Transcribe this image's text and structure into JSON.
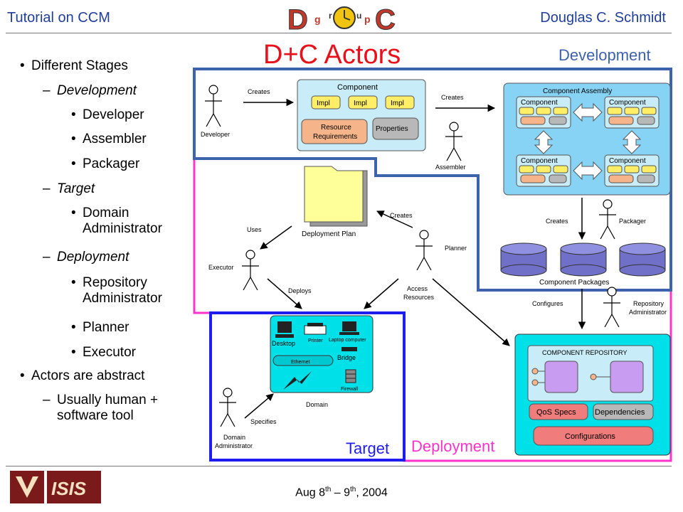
{
  "header": {
    "left": "Tutorial on CCM",
    "right": "Douglas C. Schmidt",
    "logo_letters": [
      "D",
      "g",
      "r",
      "o",
      "u",
      "p",
      "C"
    ]
  },
  "title": "D+C Actors",
  "bullets": [
    {
      "level": 1,
      "text": "Different Stages"
    },
    {
      "level": 2,
      "text": "Development"
    },
    {
      "level": 3,
      "text": "Developer"
    },
    {
      "level": 3,
      "text": "Assembler"
    },
    {
      "level": 3,
      "text": "Packager"
    },
    {
      "level": 2,
      "text": "Target"
    },
    {
      "level": 3,
      "text": "Domain Administrator"
    },
    {
      "level": 2,
      "text": "Deployment"
    },
    {
      "level": 3,
      "text": "Repository Administrator"
    },
    {
      "level": 3,
      "text": "Planner"
    },
    {
      "level": 3,
      "text": "Executor"
    },
    {
      "level": 1,
      "text": "Actors are abstract"
    },
    {
      "level": 2,
      "text": "Usually human + software tool",
      "italic": false
    }
  ],
  "zones": {
    "development": "Development",
    "target": "Target",
    "deployment": "Deployment"
  },
  "diagram": {
    "developer": "Developer",
    "creates_1": "Creates",
    "component": "Component",
    "impl": "Impl",
    "resource_req_1": "Resource",
    "resource_req_2": "Requirements",
    "properties": "Properties",
    "creates_2": "Creates",
    "assembler": "Assembler",
    "component_assembly": "Component Assembly",
    "deployment_plan": "Deployment Plan",
    "creates_3": "Creates",
    "uses": "Uses",
    "planner": "Planner",
    "executor": "Executor",
    "deploys": "Deploys",
    "access_1": "Access",
    "access_2": "Resources",
    "creates_4": "Creates",
    "packager": "Packager",
    "component_packages": "Component Packages",
    "configures": "Configures",
    "repo_admin_1": "Repository",
    "repo_admin_2": "Administrator",
    "desktop": "Desktop",
    "printer": "Printer",
    "laptop": "Laptop computer",
    "ethernet": "Ethernet",
    "bridge": "Bridge",
    "firewall": "Firewall",
    "domain": "Domain",
    "specifies": "Specifies",
    "domain_admin_1": "Domain",
    "domain_admin_2": "Administrator",
    "component_repository": "COMPONENT REPOSITORY",
    "qos_specs": "QoS Specs",
    "dependencies": "Dependencies",
    "configurations": "Configurations"
  },
  "colors": {
    "header_blue": "#1f3f99",
    "title_red": "#e8101a",
    "development_zone": "#3e63ad",
    "target_zone": "#1d1df0",
    "deployment_zone": "#ff33cc",
    "cyan": "#00e0e8",
    "component_box": "#c8ecf8"
  },
  "footer": {
    "date_pre": "Aug 8",
    "sup1": "th",
    "date_mid": " – 9",
    "sup2": "th",
    "date_post": ", 2004",
    "logo_text": "ISIS"
  }
}
